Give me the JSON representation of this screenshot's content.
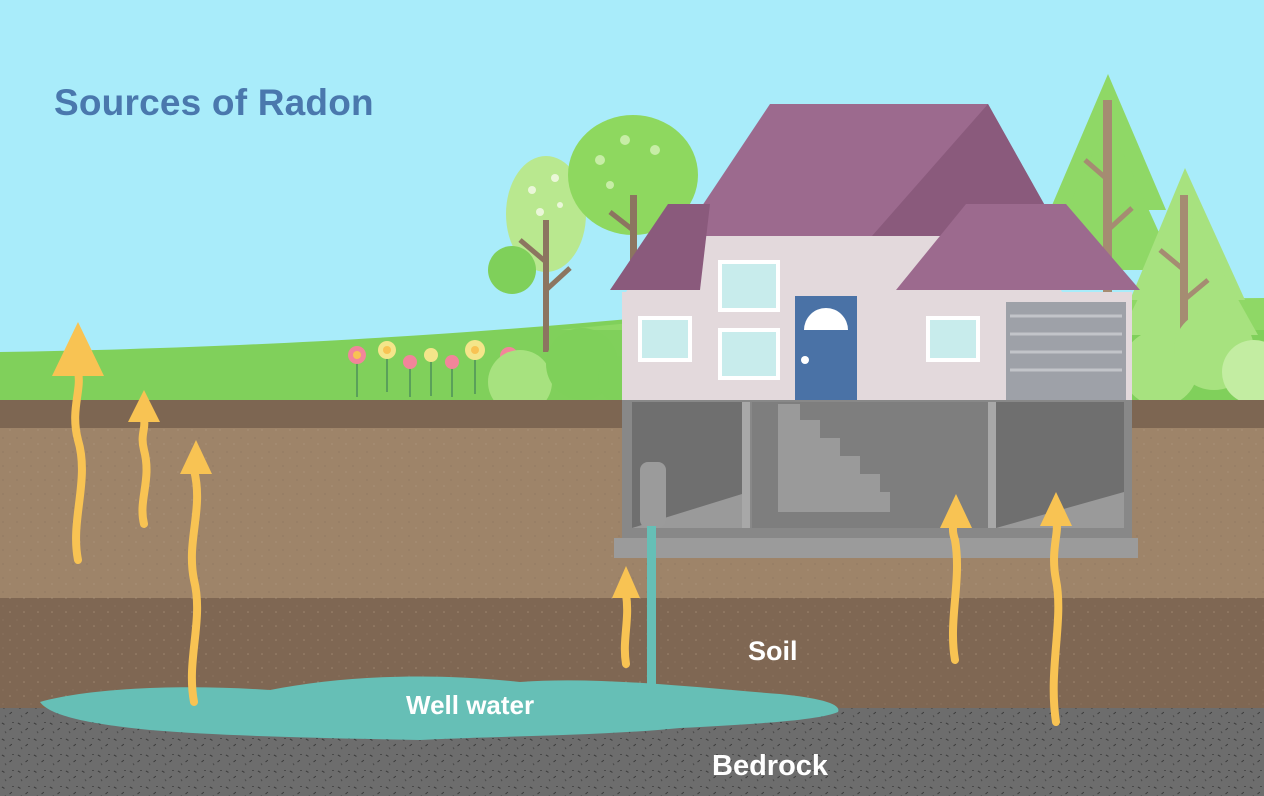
{
  "title": "Sources of Radon",
  "labels": {
    "soil": "Soil",
    "well_water": "Well water",
    "bedrock": "Bedrock"
  },
  "colors": {
    "sky": "#a9ecfa",
    "title": "#4a78ad",
    "roof": "#9c6a8e",
    "house_wall": "#e3d9dc",
    "door": "#4a72a6",
    "grass": "#7fd05a",
    "soil": "#9e8469",
    "soil_dark": "#7d6652",
    "bedrock": "#6d6d6d",
    "well_water": "#66bfb6",
    "radon_arrow": "#f8c353"
  },
  "icons": [
    "upward-radon-arrow",
    "house",
    "tree",
    "flower",
    "well-pipe"
  ]
}
